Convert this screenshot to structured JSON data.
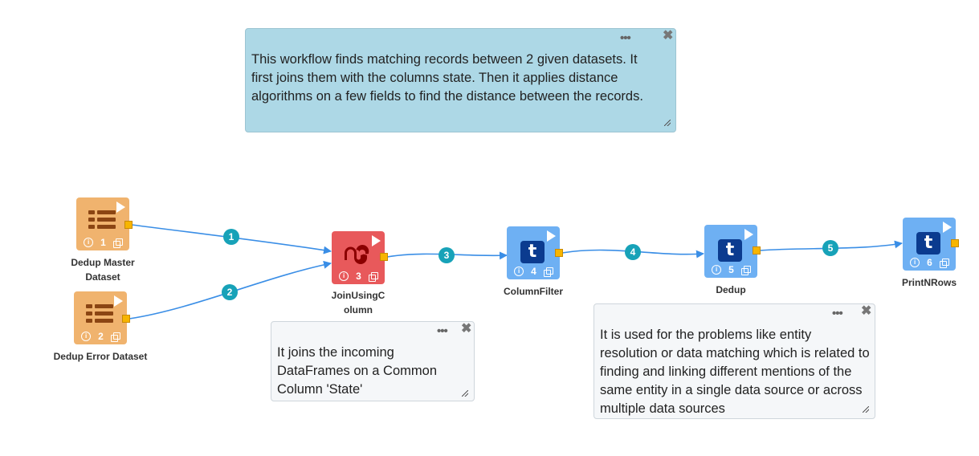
{
  "notes": [
    {
      "id": "workflow-description",
      "text": "This workflow finds matching records between 2 given datasets. It first joins them with the columns state. Then it applies distance algorithms on a few fields to find the distance between the records.",
      "dots": "•••",
      "close": "✖"
    },
    {
      "id": "join-description",
      "text": "It joins the incoming DataFrames on a Common Column 'State'",
      "dots": "•••",
      "close": "✖"
    },
    {
      "id": "dedup-description",
      "text": "It is used for the problems like entity resolution or data matching which is related to finding and linking different mentions of the same entity in a single data source or across multiple data sources",
      "dots": "•••",
      "close": "✖"
    }
  ],
  "nodes": [
    {
      "id": 1,
      "number": "1",
      "label": "Dedup Master Dataset",
      "icon": "table-icon",
      "color": "#f0b36e"
    },
    {
      "id": 2,
      "number": "2",
      "label": "Dedup Error Dataset",
      "icon": "table-icon",
      "color": "#f0b36e"
    },
    {
      "id": 3,
      "number": "3",
      "label": "JoinUsingColumn",
      "icon": "stumbleupon-icon",
      "color": "#e8595b"
    },
    {
      "id": 4,
      "number": "4",
      "label": "ColumnFilter",
      "icon": "tumblr-icon",
      "color": "#6eb0f3"
    },
    {
      "id": 5,
      "number": "5",
      "label": "Dedup",
      "icon": "tumblr-icon",
      "color": "#6eb0f3"
    },
    {
      "id": 6,
      "number": "6",
      "label": "PrintNRows",
      "icon": "tumblr-icon",
      "color": "#6eb0f3"
    }
  ],
  "node_glyphs": {
    "info": "i",
    "tumblr": "t"
  },
  "edges": [
    {
      "number": "1",
      "from": 1,
      "to": 3
    },
    {
      "number": "2",
      "from": 2,
      "to": 3
    },
    {
      "number": "3",
      "from": 3,
      "to": 4
    },
    {
      "number": "4",
      "from": 4,
      "to": 5
    },
    {
      "number": "5",
      "from": 5,
      "to": 6
    }
  ],
  "colors": {
    "edge": "#3a8ee6",
    "badge": "#17a2b8",
    "port": "#f7b500"
  }
}
